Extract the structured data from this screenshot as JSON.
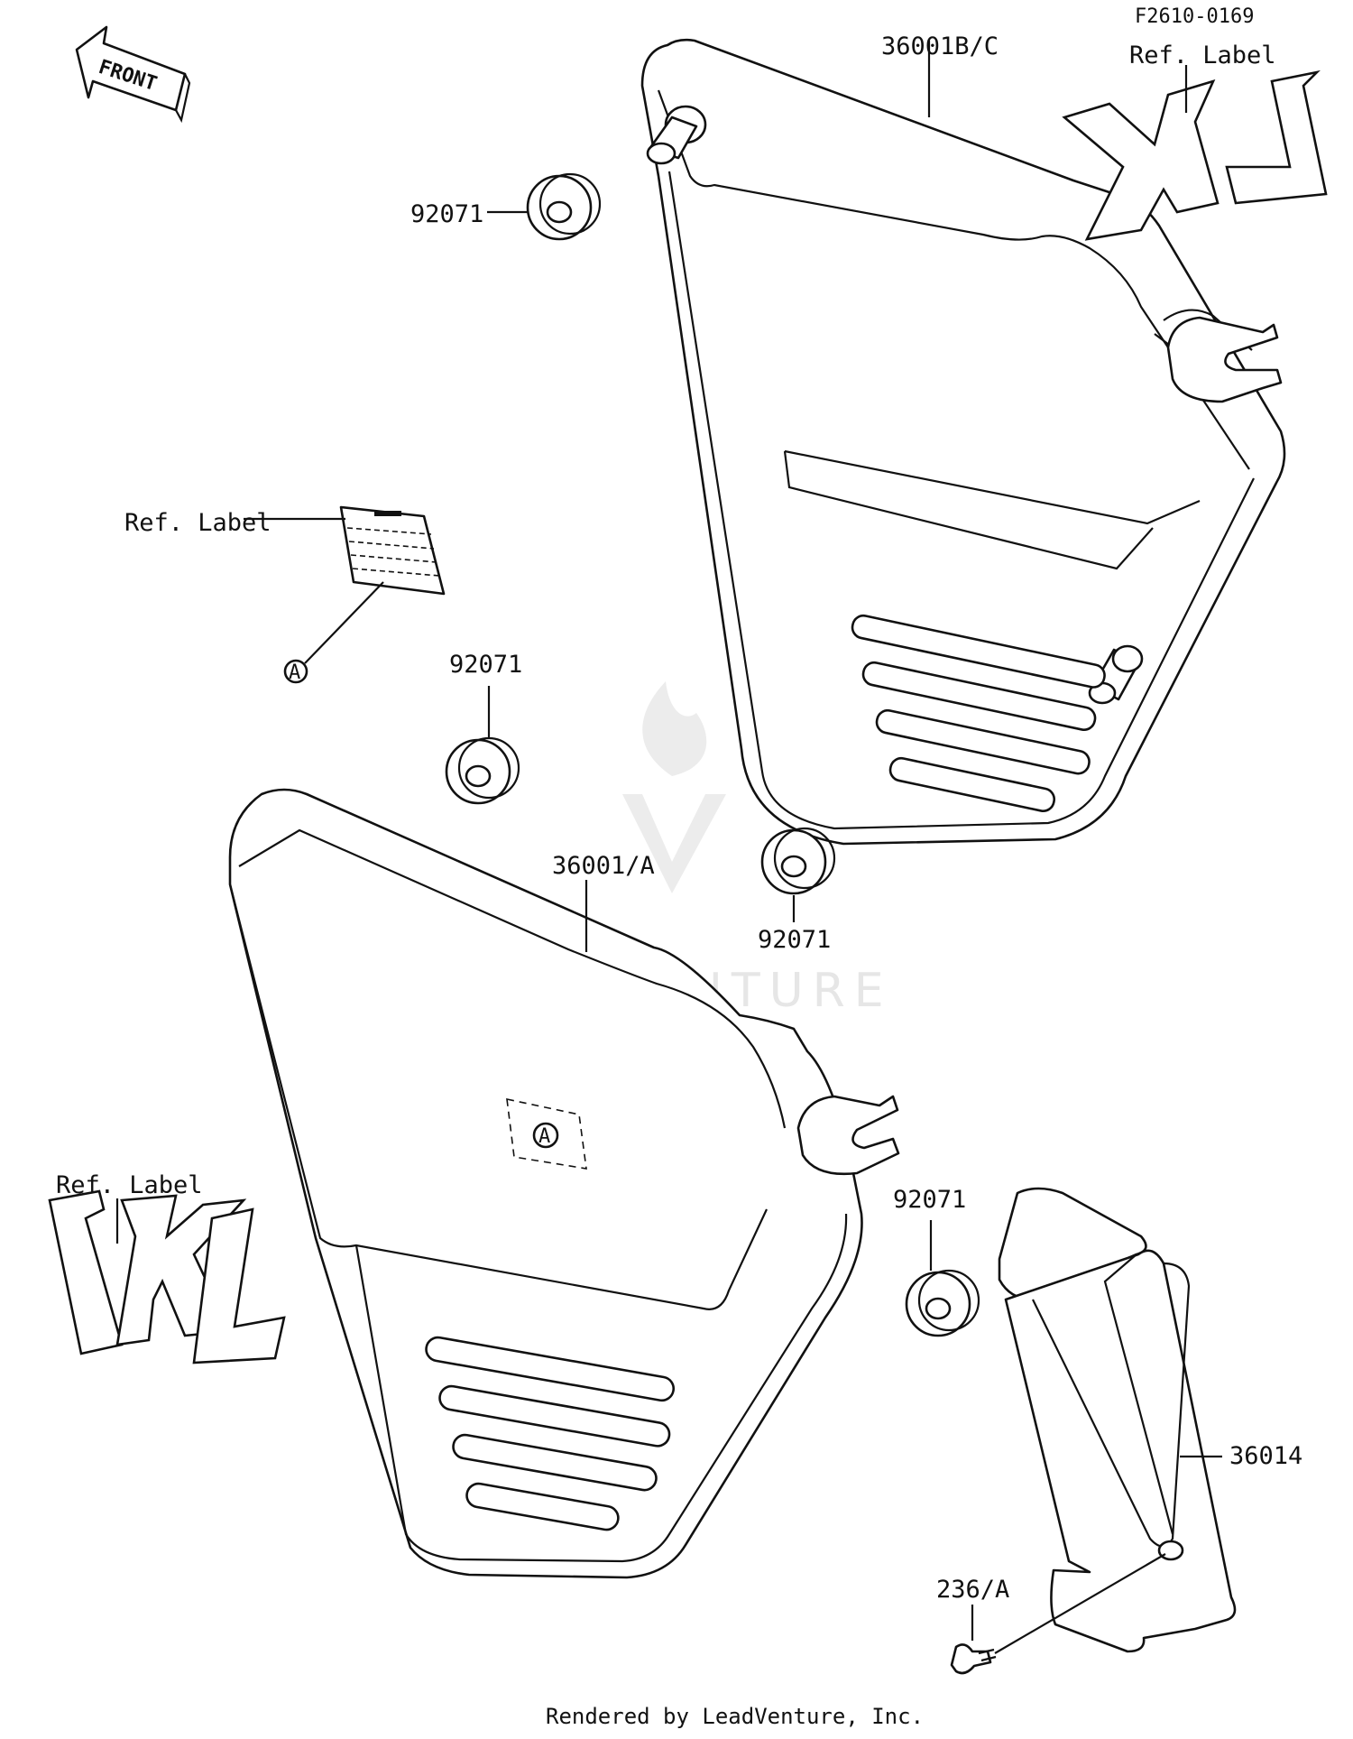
{
  "diagram": {
    "code": "F2610-0169",
    "front_label": "FRONT",
    "footer": "Rendered by LeadVenture, Inc.",
    "watermark": "LEADVENTURE",
    "logo_text": "KL",
    "labels": {
      "cover_right": "36001B/C",
      "cover_left": "36001/A",
      "bracket": "36014",
      "bolt": "236/A",
      "grommet_1": "92071",
      "grommet_2": "92071",
      "grommet_3": "92071",
      "grommet_4": "92071",
      "ref_label_top": "Ref. Label",
      "ref_label_mid": "Ref. Label",
      "ref_label_left": "Ref. Label",
      "callout_a": "A",
      "callout_a_cover": "A"
    }
  }
}
